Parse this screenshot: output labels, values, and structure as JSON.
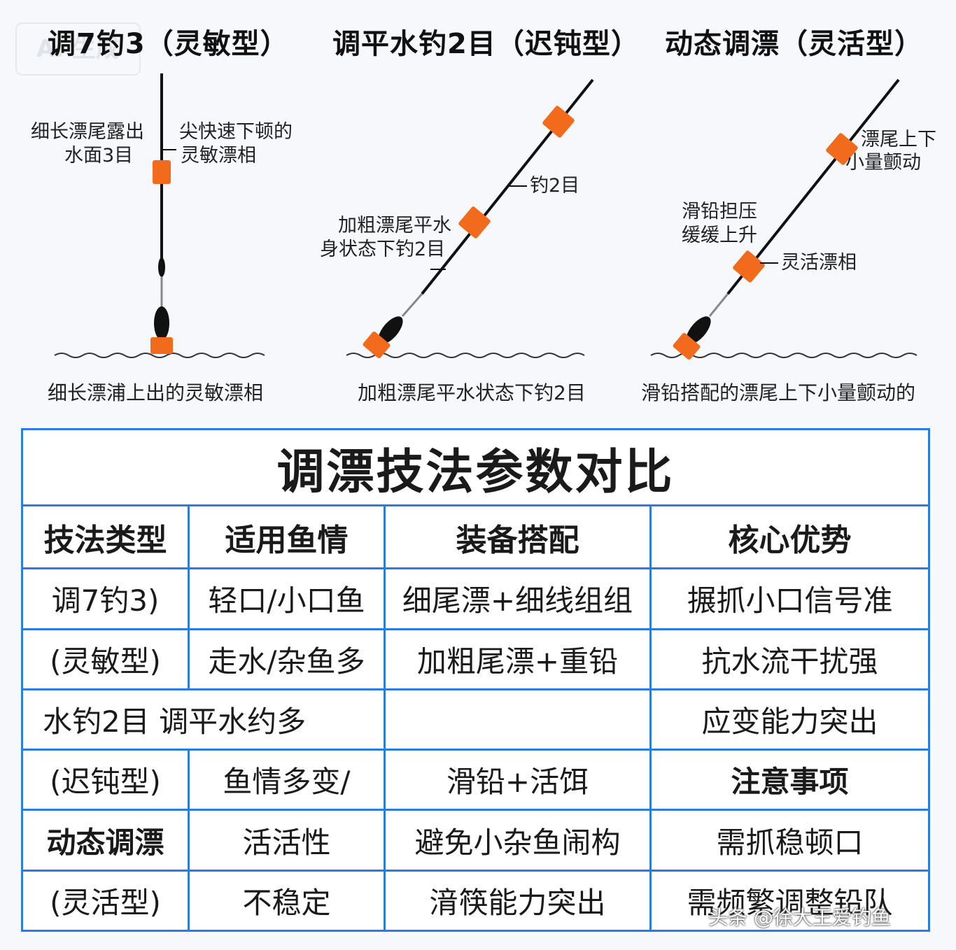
{
  "logo_text": "AI 生成",
  "panels": [
    {
      "title": "调7钓3（灵敏型）",
      "annotations": [
        "细长漂尾露出",
        "水面3目",
        "尖快速下顿的",
        "灵敏漂相"
      ],
      "caption": "细长漂浦上出的灵敏漂相"
    },
    {
      "title": "调平水钓2目（迟钝型）",
      "annotations": [
        "钓2目",
        "加粗漂尾平水",
        "身状态下钓2目"
      ],
      "caption": "加粗漂尾平水状态下钓2目"
    },
    {
      "title": "动态调漂（灵活型）",
      "annotations": [
        "漂尾上下",
        "小量颤动",
        "滑铅担压",
        "缓缓上升",
        "灵活漂相"
      ],
      "caption": "滑铅搭配的漂尾上下小量颤动的"
    }
  ],
  "table": {
    "title": "调漂技法参数对比",
    "headers": [
      "技法类型",
      "适用鱼情",
      "装备搭配",
      "核心优势"
    ],
    "rows": [
      [
        "调7钓3)",
        "轻口/小口鱼",
        "细尾漂+细线组组",
        "搌抓小口信号准"
      ],
      [
        "(灵敏型)",
        "走水/杂鱼多",
        "加粗尾漂+重铅",
        "抗水流干扰强"
      ],
      [
        "水钓2目 调平水约多",
        "",
        "",
        "应变能力突出"
      ],
      [
        "(迟钝型)",
        "鱼情多变/",
        "滑铅+活饵",
        "注意事项"
      ],
      [
        "动态调漂",
        "活活性",
        "避免小杂鱼闹构",
        "需抓稳顿口"
      ],
      [
        "(灵活型)",
        "不稳定",
        "湇筷能力突出",
        "需频繁调整铅队"
      ]
    ]
  },
  "watermark": "头条 @徐大王爱钓鱼",
  "colors": {
    "float_marker": "#f26a1b",
    "table_border": "#2b7ce0",
    "line": "#111111"
  }
}
